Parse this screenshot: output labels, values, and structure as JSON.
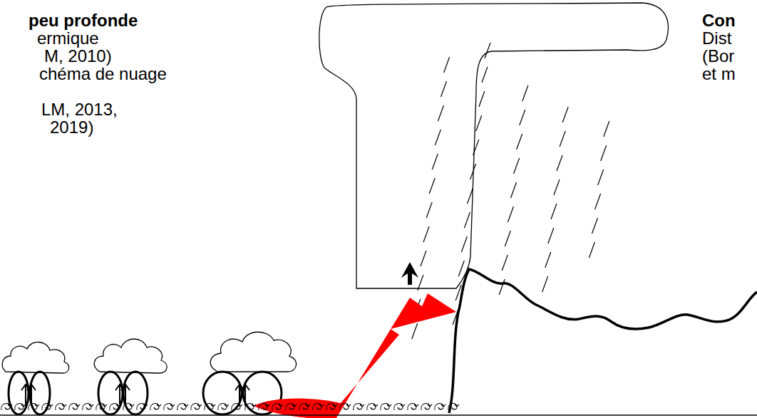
{
  "diagram": {
    "labels": [
      "peu profonde",
      "ermique",
      "M, 2010)",
      "chéma de nuage",
      "LM, 2013,",
      "2019)",
      "Con",
      "Dist",
      "(Bor",
      "et m"
    ]
  }
}
